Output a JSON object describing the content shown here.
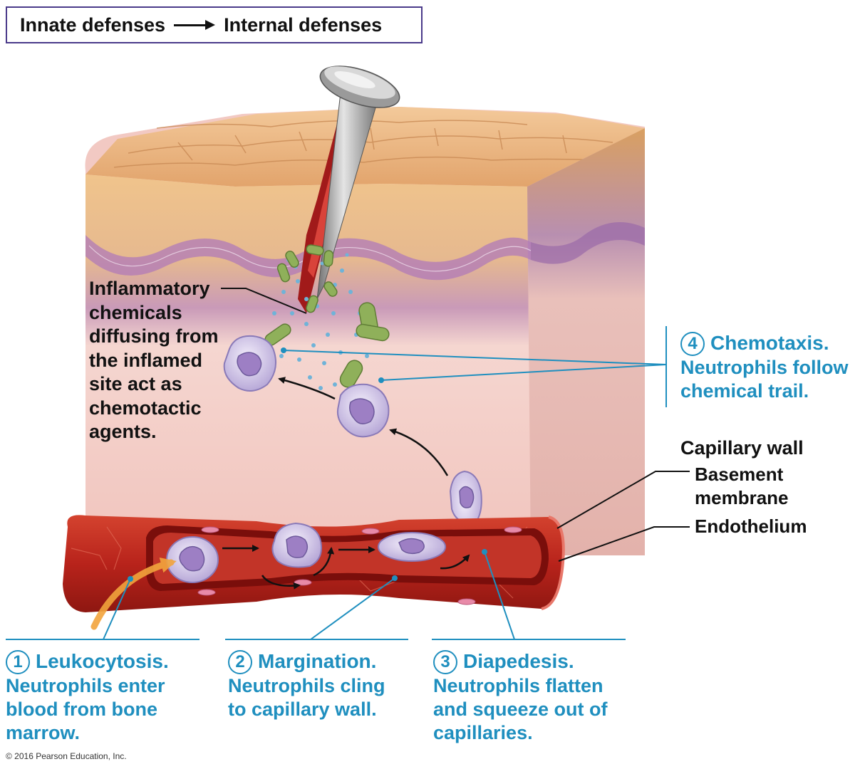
{
  "header": {
    "left": "Innate defenses",
    "right": "Internal defenses"
  },
  "labels": {
    "inflammatory_lines": [
      "Inflammatory",
      "chemicals",
      "diffusing from",
      "the inflamed",
      "site act as",
      "chemotactic",
      "agents."
    ],
    "capillary_wall": "Capillary wall",
    "basement_lines": [
      "Basement",
      "membrane"
    ],
    "endothelium": "Endothelium"
  },
  "steps": [
    {
      "num": "1",
      "title": "Leukocytosis.",
      "lines": [
        "Neutrophils enter",
        "blood from bone",
        "marrow."
      ]
    },
    {
      "num": "2",
      "title": "Margination.",
      "lines": [
        "Neutrophils cling",
        "to capillary wall."
      ]
    },
    {
      "num": "3",
      "title": "Diapedesis.",
      "lines": [
        "Neutrophils flatten",
        "and squeeze out of",
        "capillaries."
      ]
    },
    {
      "num": "4",
      "title": "Chemotaxis.",
      "lines": [
        "Neutrophils follow",
        "chemical trail."
      ]
    }
  ],
  "copyright": "© 2016 Pearson Education, Inc.",
  "colors": {
    "accent_blue": "#1f8fbf",
    "header_border": "#4a3a8a",
    "vessel_red": "#b8231b",
    "tissue_pink": "#f2c9c3"
  }
}
